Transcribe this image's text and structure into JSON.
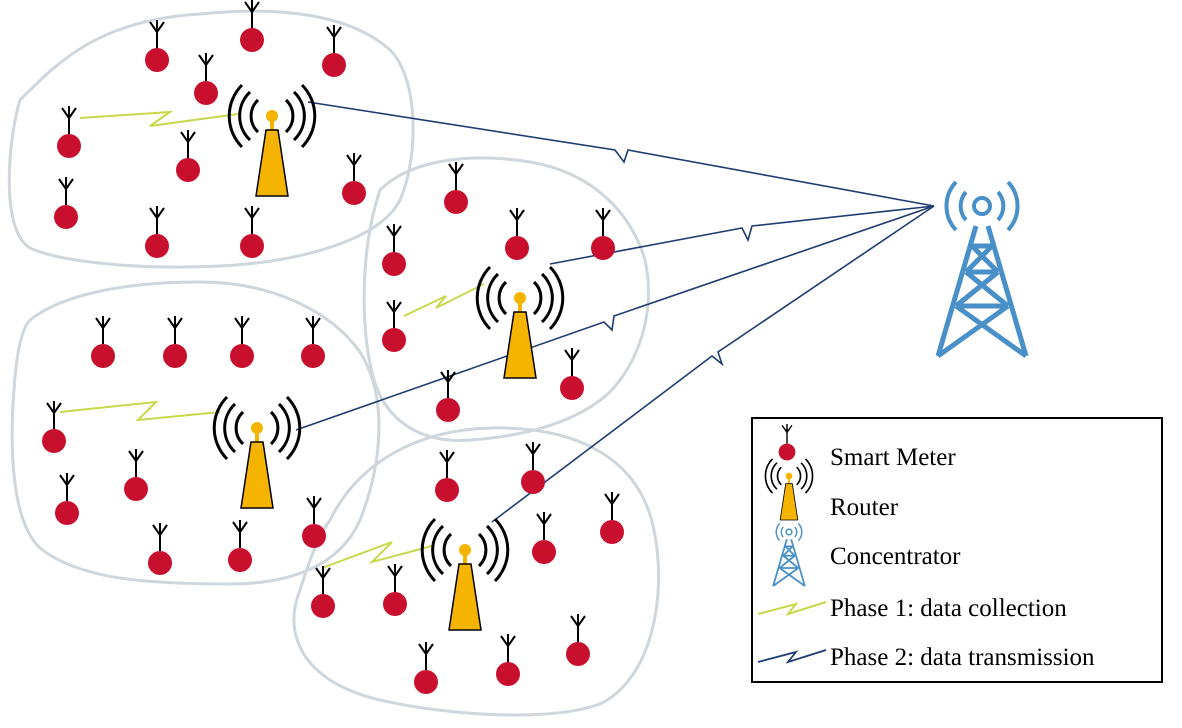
{
  "diagram": {
    "colors": {
      "cluster_stroke": "#cfd6dc",
      "meter_fill": "#c8102e",
      "router_fill": "#f5b400",
      "concentrator": "#4a90c8",
      "phase1_link": "#c8d84a",
      "phase2_link": "#1f3d73"
    },
    "clusters": [
      {
        "id": "top-left"
      },
      {
        "id": "middle-left"
      },
      {
        "id": "center"
      },
      {
        "id": "bottom-center"
      }
    ]
  },
  "legend": {
    "items": [
      {
        "icon": "smart-meter-icon",
        "label": "Smart Meter"
      },
      {
        "icon": "router-icon",
        "label": "Router"
      },
      {
        "icon": "concentrator-icon",
        "label": "Concentrator"
      },
      {
        "icon": "phase1-link-icon",
        "label": "Phase 1: data collection"
      },
      {
        "icon": "phase2-link-icon",
        "label": "Phase 2: data transmission"
      }
    ]
  }
}
